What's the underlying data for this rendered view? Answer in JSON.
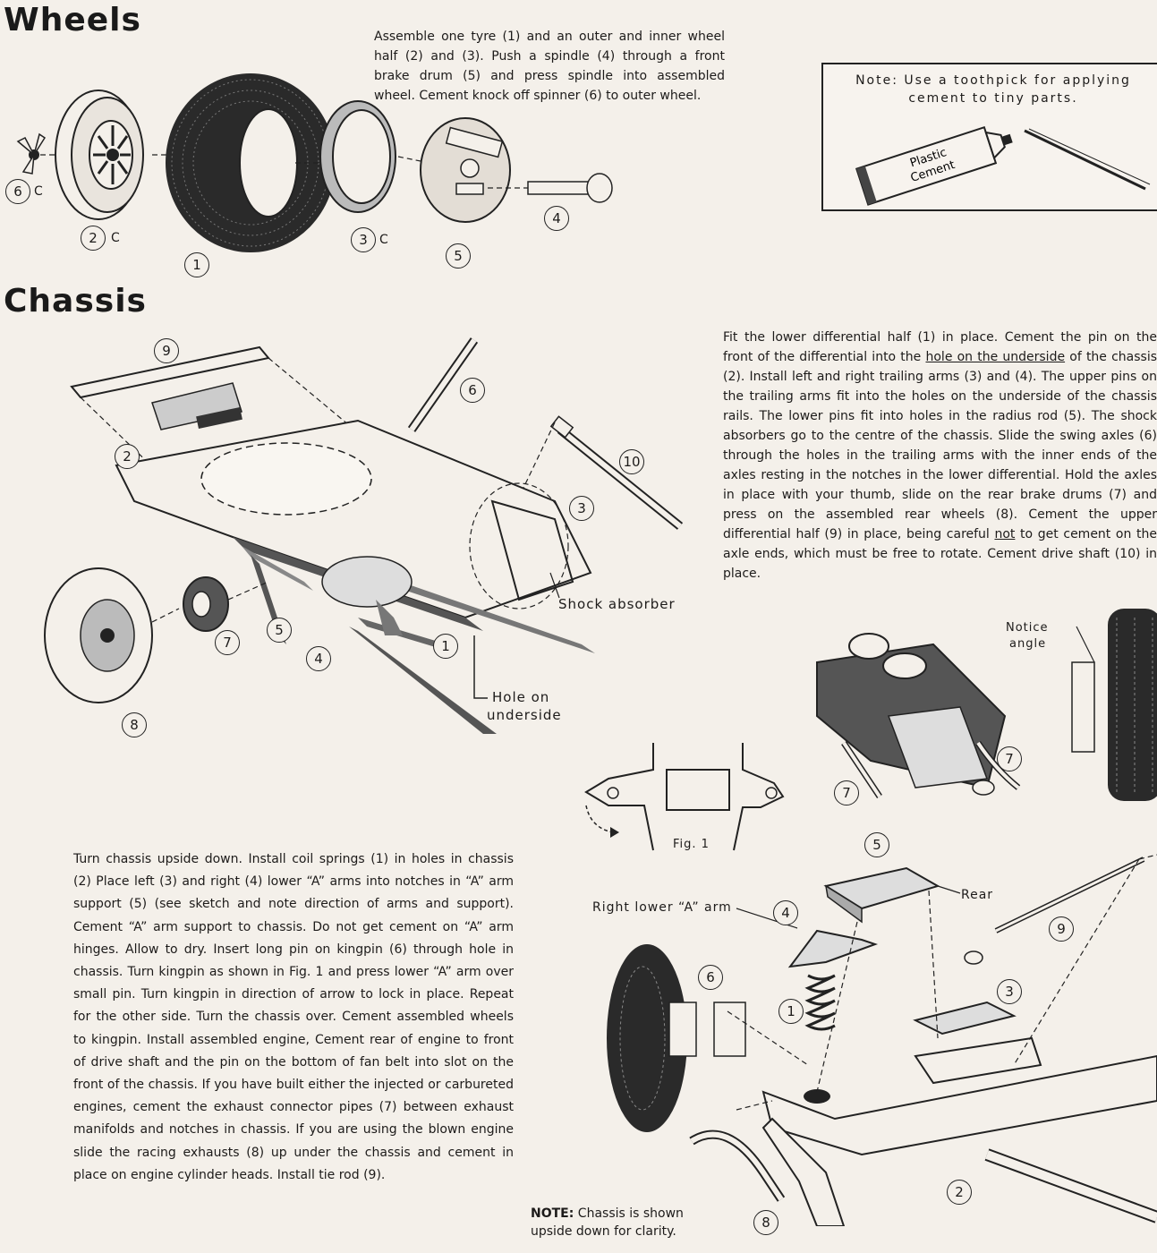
{
  "wheels": {
    "heading": "Wheels",
    "instructions": "Assemble one tyre (1) and an outer and inner wheel half (2) and (3). Push a spindle (4) through a front brake drum (5) and press spindle into assembled wheel. Cement knock off spinner (6) to outer wheel.",
    "labels": {
      "n1": "1",
      "n2": "2",
      "n3": "3",
      "n4": "4",
      "n5": "5",
      "n6": "6",
      "c": "C"
    }
  },
  "note": {
    "line1": "Note: Use a toothpick for applying",
    "line2": "cement to tiny parts.",
    "tube_line1": "Plastic",
    "tube_line2": "Cement"
  },
  "chassis": {
    "heading": "Chassis",
    "rear_instructions_part1": "Fit the lower differential half (1) in place. Cement the pin on the front of the differential into the",
    "rear_underline": "hole on the underside",
    "rear_instructions_part2": "of the chassis (2). Install left and right trailing arms (3) and (4). The upper pins on the trailing arms fit into the holes on the underside of the chassis rails. The lower pins fit into holes in the radius rod (5). The shock absorbers go to the centre of the chassis. Slide the swing axles (6) through the holes in the trailing arms with the inner ends of the axles resting in the notches in the lower differential. Hold the axles in place with your thumb, slide on the rear brake drums (7) and press on the assembled rear wheels (8). Cement the upper differential half (9) in place, being careful",
    "rear_not": "not",
    "rear_instructions_part3": "to get cement on the axle ends, which must be free to rotate. Cement drive shaft (10) in place.",
    "shock_absorber": "Shock absorber",
    "hole_on": "Hole on",
    "underside": "underside",
    "labels": {
      "n1": "1",
      "n2": "2",
      "n3": "3",
      "n4": "4",
      "n5": "5",
      "n6": "6",
      "n7": "7",
      "n8": "8",
      "n9": "9",
      "n10": "10"
    }
  },
  "front": {
    "instructions": "Turn chassis upside down. Install coil springs (1) in holes in chassis (2) Place left (3) and right (4) lower “A” arms into notches in “A” arm support (5) (see sketch and note direction of arms and support). Cement “A” arm support to chassis. Do not get cement on “A” arm hinges. Allow to dry. Insert long pin on kingpin (6) through hole in chassis. Turn kingpin as shown in Fig. 1 and press lower “A” arm over small pin. Turn kingpin in direction of arrow to lock in place. Repeat for the other side. Turn the chassis over. Cement assembled wheels to kingpin. Install assembled engine, Cement rear of engine to front of drive shaft and the pin on the bottom of fan belt into slot on the front of the chassis. If you have built either the injected or carbureted engines, cement the exhaust connector pipes (7) between exhaust manifolds and notches in chassis. If you are using the blown engine slide the racing exhausts (8) up under the chassis and cement in place on engine cylinder heads. Install tie rod (9).",
    "fig": "Fig. 1",
    "notice": "Notice",
    "angle": "angle",
    "right_lower": "Right lower “A” arm",
    "rear": "Rear",
    "note_bold": "NOTE:",
    "note_rest": " Chassis is shown",
    "note_line2": "upside down for clarity.",
    "labels": {
      "n1": "1",
      "n2": "2",
      "n3": "3",
      "n4": "4",
      "n5": "5",
      "n6": "6",
      "n7": "7",
      "n8": "8",
      "n9": "9"
    }
  }
}
